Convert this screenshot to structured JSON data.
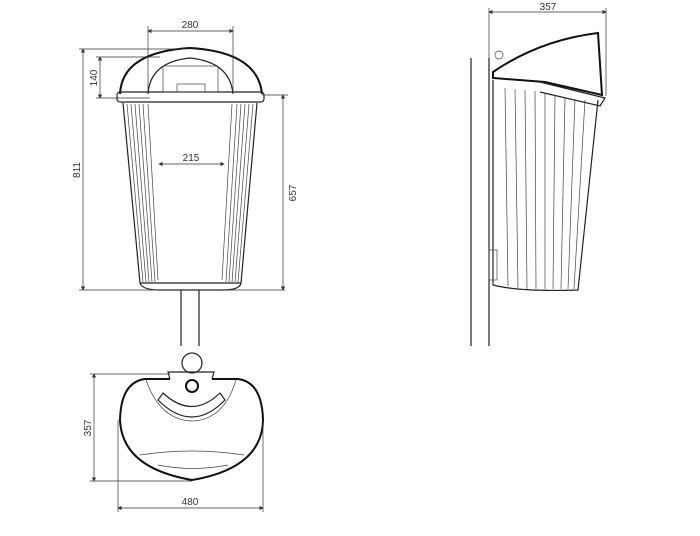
{
  "front_view": {
    "dims": {
      "lid_width": "280",
      "lid_height": "140",
      "total_height": "811",
      "opening_width": "215",
      "body_height": "657"
    }
  },
  "side_view": {
    "dims": {
      "depth": "357"
    }
  },
  "top_view": {
    "dims": {
      "depth": "357",
      "width": "480"
    }
  }
}
